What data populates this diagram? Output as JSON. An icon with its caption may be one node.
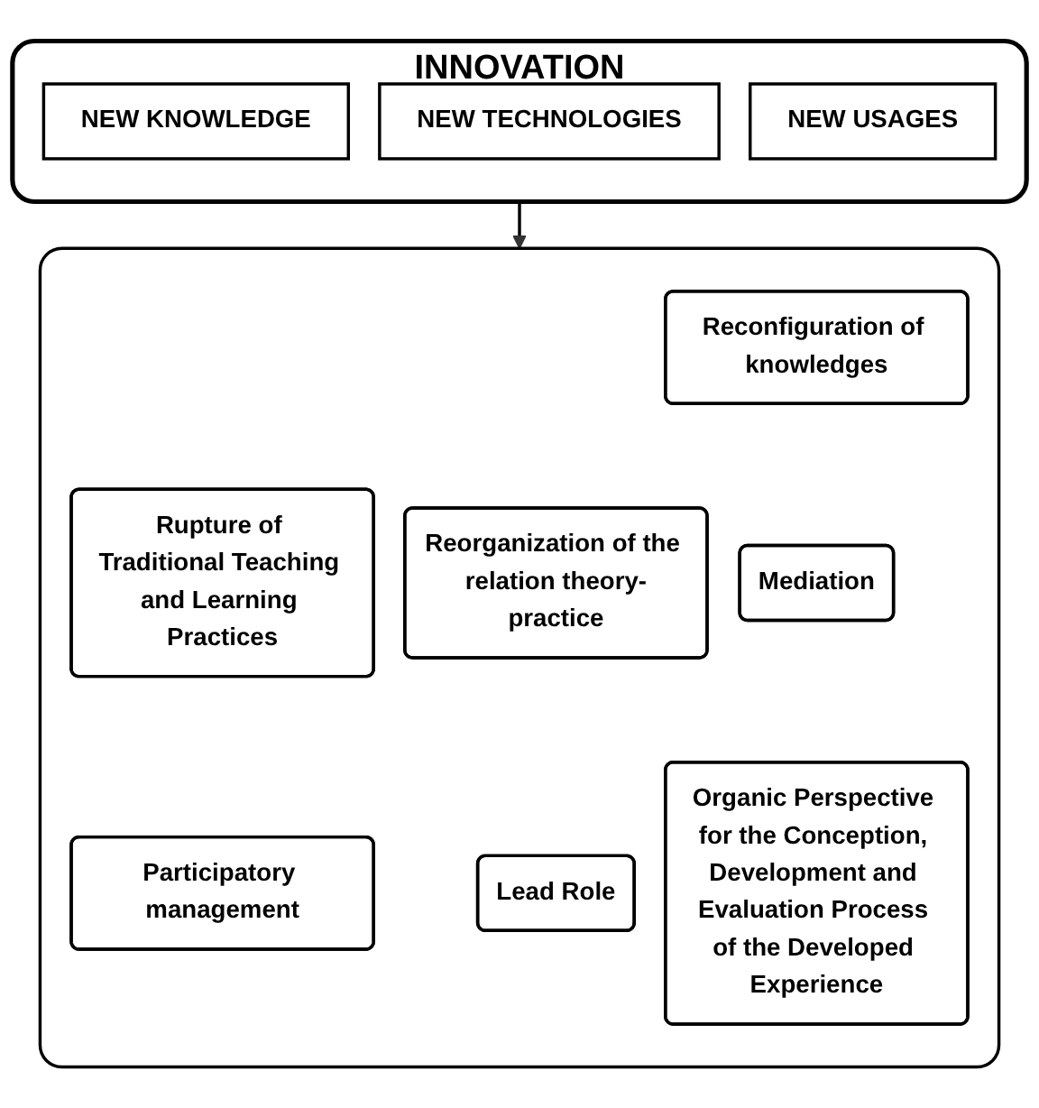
{
  "diagram": {
    "nodes": [
      {
        "text": [
          "INNOVATION"
        ]
      },
      {
        "text": [
          "NEW KNOWLEDGE"
        ],
        "in": 0
      },
      {
        "text": [
          "NEW TECHNOLOGIES"
        ],
        "in": 0
      },
      {
        "text": [
          "NEW USAGES"
        ],
        "in": 0
      },
      {
        "text": [],
        "shape": "box"
      },
      {
        "text": [
          "Rupture of Traditional Teaching and Learning Practices"
        ],
        "in": 4
      },
      {
        "text": [
          "Reconfiguration of knowledges"
        ],
        "in": 4
      },
      {
        "text": [
          "Reorganization of the relation theory-practice"
        ],
        "in": 4
      },
      {
        "text": [
          "Participatory management"
        ],
        "in": 4
      },
      {
        "text": [
          "Mediation"
        ],
        "in": 4
      },
      {
        "text": [
          "Lead Role"
        ],
        "in": 4
      },
      {
        "text": [
          "Organic Perspective for the Conception, Development and Evaluation Process of the Developed Experience"
        ],
        "in": 4
      }
    ],
    "edges": [
      {
        "from": 0,
        "to": 4,
        "arrow": "to"
      }
    ]
  }
}
